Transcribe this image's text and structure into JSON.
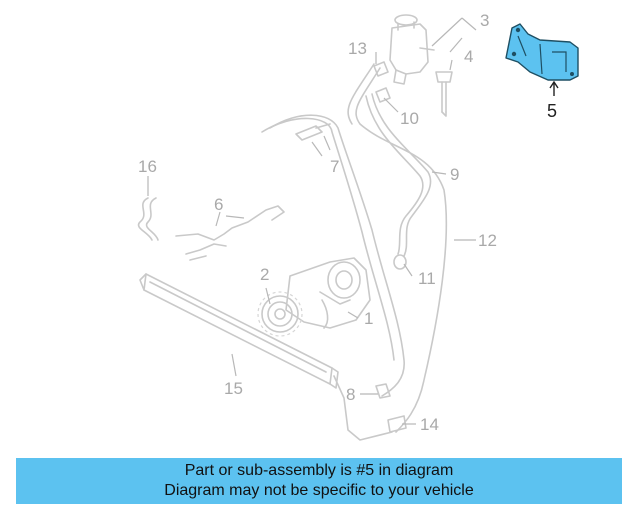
{
  "callouts": [
    {
      "id": "1",
      "label": "1"
    },
    {
      "id": "2",
      "label": "2"
    },
    {
      "id": "3",
      "label": "3"
    },
    {
      "id": "4",
      "label": "4"
    },
    {
      "id": "5",
      "label": "5"
    },
    {
      "id": "6",
      "label": "6"
    },
    {
      "id": "7",
      "label": "7"
    },
    {
      "id": "8",
      "label": "8"
    },
    {
      "id": "9",
      "label": "9"
    },
    {
      "id": "10",
      "label": "10"
    },
    {
      "id": "11",
      "label": "11"
    },
    {
      "id": "12",
      "label": "12"
    },
    {
      "id": "13",
      "label": "13"
    },
    {
      "id": "14",
      "label": "14"
    },
    {
      "id": "15",
      "label": "15"
    },
    {
      "id": "16",
      "label": "16"
    }
  ],
  "banner": {
    "line1": "Part or sub-assembly is #5 in diagram",
    "line2": "Diagram may not be specific to your vehicle"
  },
  "colors": {
    "highlight": "#5cc2f0",
    "part_outline": "#c9c9c9",
    "banner": "#5cc2f0"
  }
}
